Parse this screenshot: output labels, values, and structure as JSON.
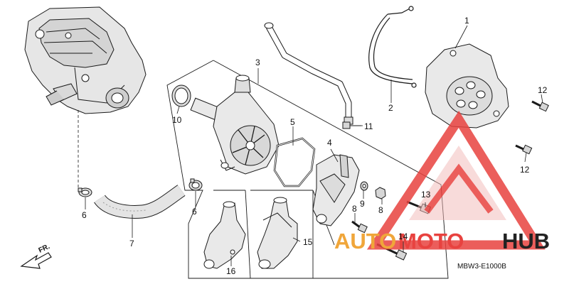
{
  "callouts": {
    "c1": "1",
    "c2": "2",
    "c3": "3",
    "c4": "4",
    "c5": "5",
    "c6a": "6",
    "c6b": "6",
    "c7": "7",
    "c8a": "8",
    "c8b": "8",
    "c9": "9",
    "c10": "10",
    "c11": "11",
    "c12a": "12",
    "c12b": "12",
    "c13": "13",
    "c14": "14",
    "c15": "15",
    "c16": "16"
  },
  "direction_label": "FR.",
  "diagram_code": "MBW3-E1000B",
  "watermark": {
    "part1": "AUTO",
    "part2": "MOTO",
    "part3": "HUB"
  },
  "colors": {
    "watermark_red": "#e8423f",
    "watermark_orange": "#f0a63a",
    "watermark_pink": "#f2b7b5",
    "watermark_dark": "#222222",
    "line": "#1a1a1a",
    "part_fill": "#ececec"
  }
}
